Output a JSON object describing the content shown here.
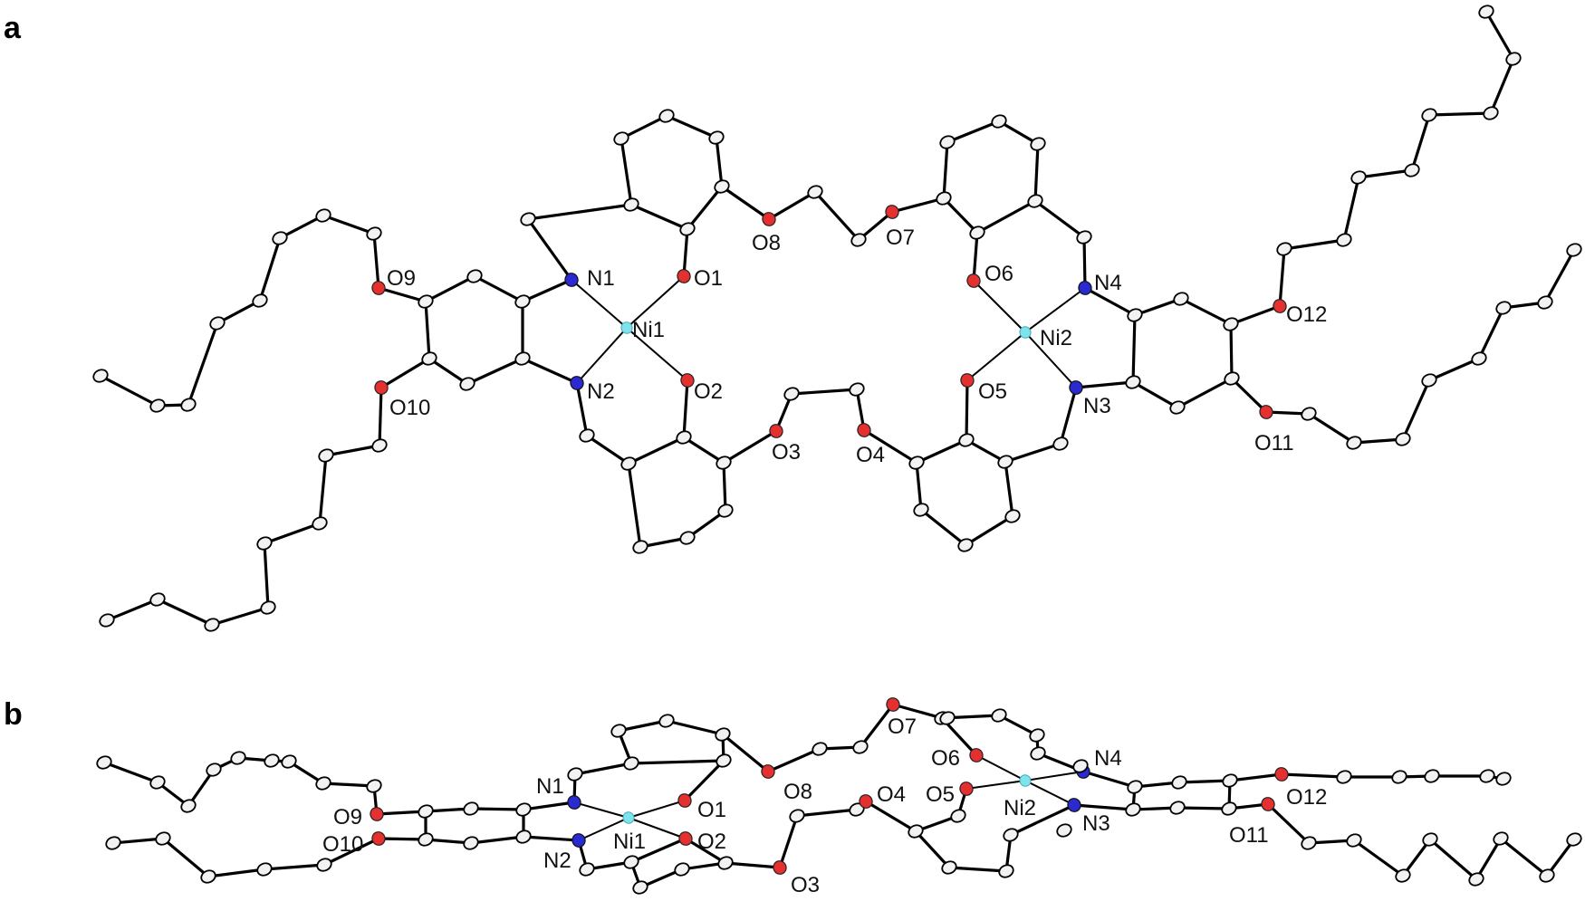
{
  "panels": [
    {
      "letter": "a",
      "labels": [
        "N1",
        "O1",
        "Ni1",
        "N2",
        "O2",
        "O8",
        "O7",
        "O3",
        "O4",
        "O9",
        "O10",
        "O6",
        "N4",
        "Ni2",
        "O5",
        "N3",
        "O12",
        "O11"
      ]
    },
    {
      "letter": "b",
      "labels": [
        "O7",
        "O6",
        "N4",
        "N1",
        "O1",
        "O8",
        "O4",
        "O5",
        "Ni2",
        "O12",
        "O9",
        "O10",
        "Ni1",
        "O2",
        "N3",
        "O11",
        "N2",
        "O3"
      ]
    }
  ],
  "colors": {
    "carbon": "#f2f2f2",
    "oxygen": "#e53030",
    "nitrogen": "#2a2ad0",
    "nickel": "#7fe3ec",
    "bond": "#000000"
  }
}
